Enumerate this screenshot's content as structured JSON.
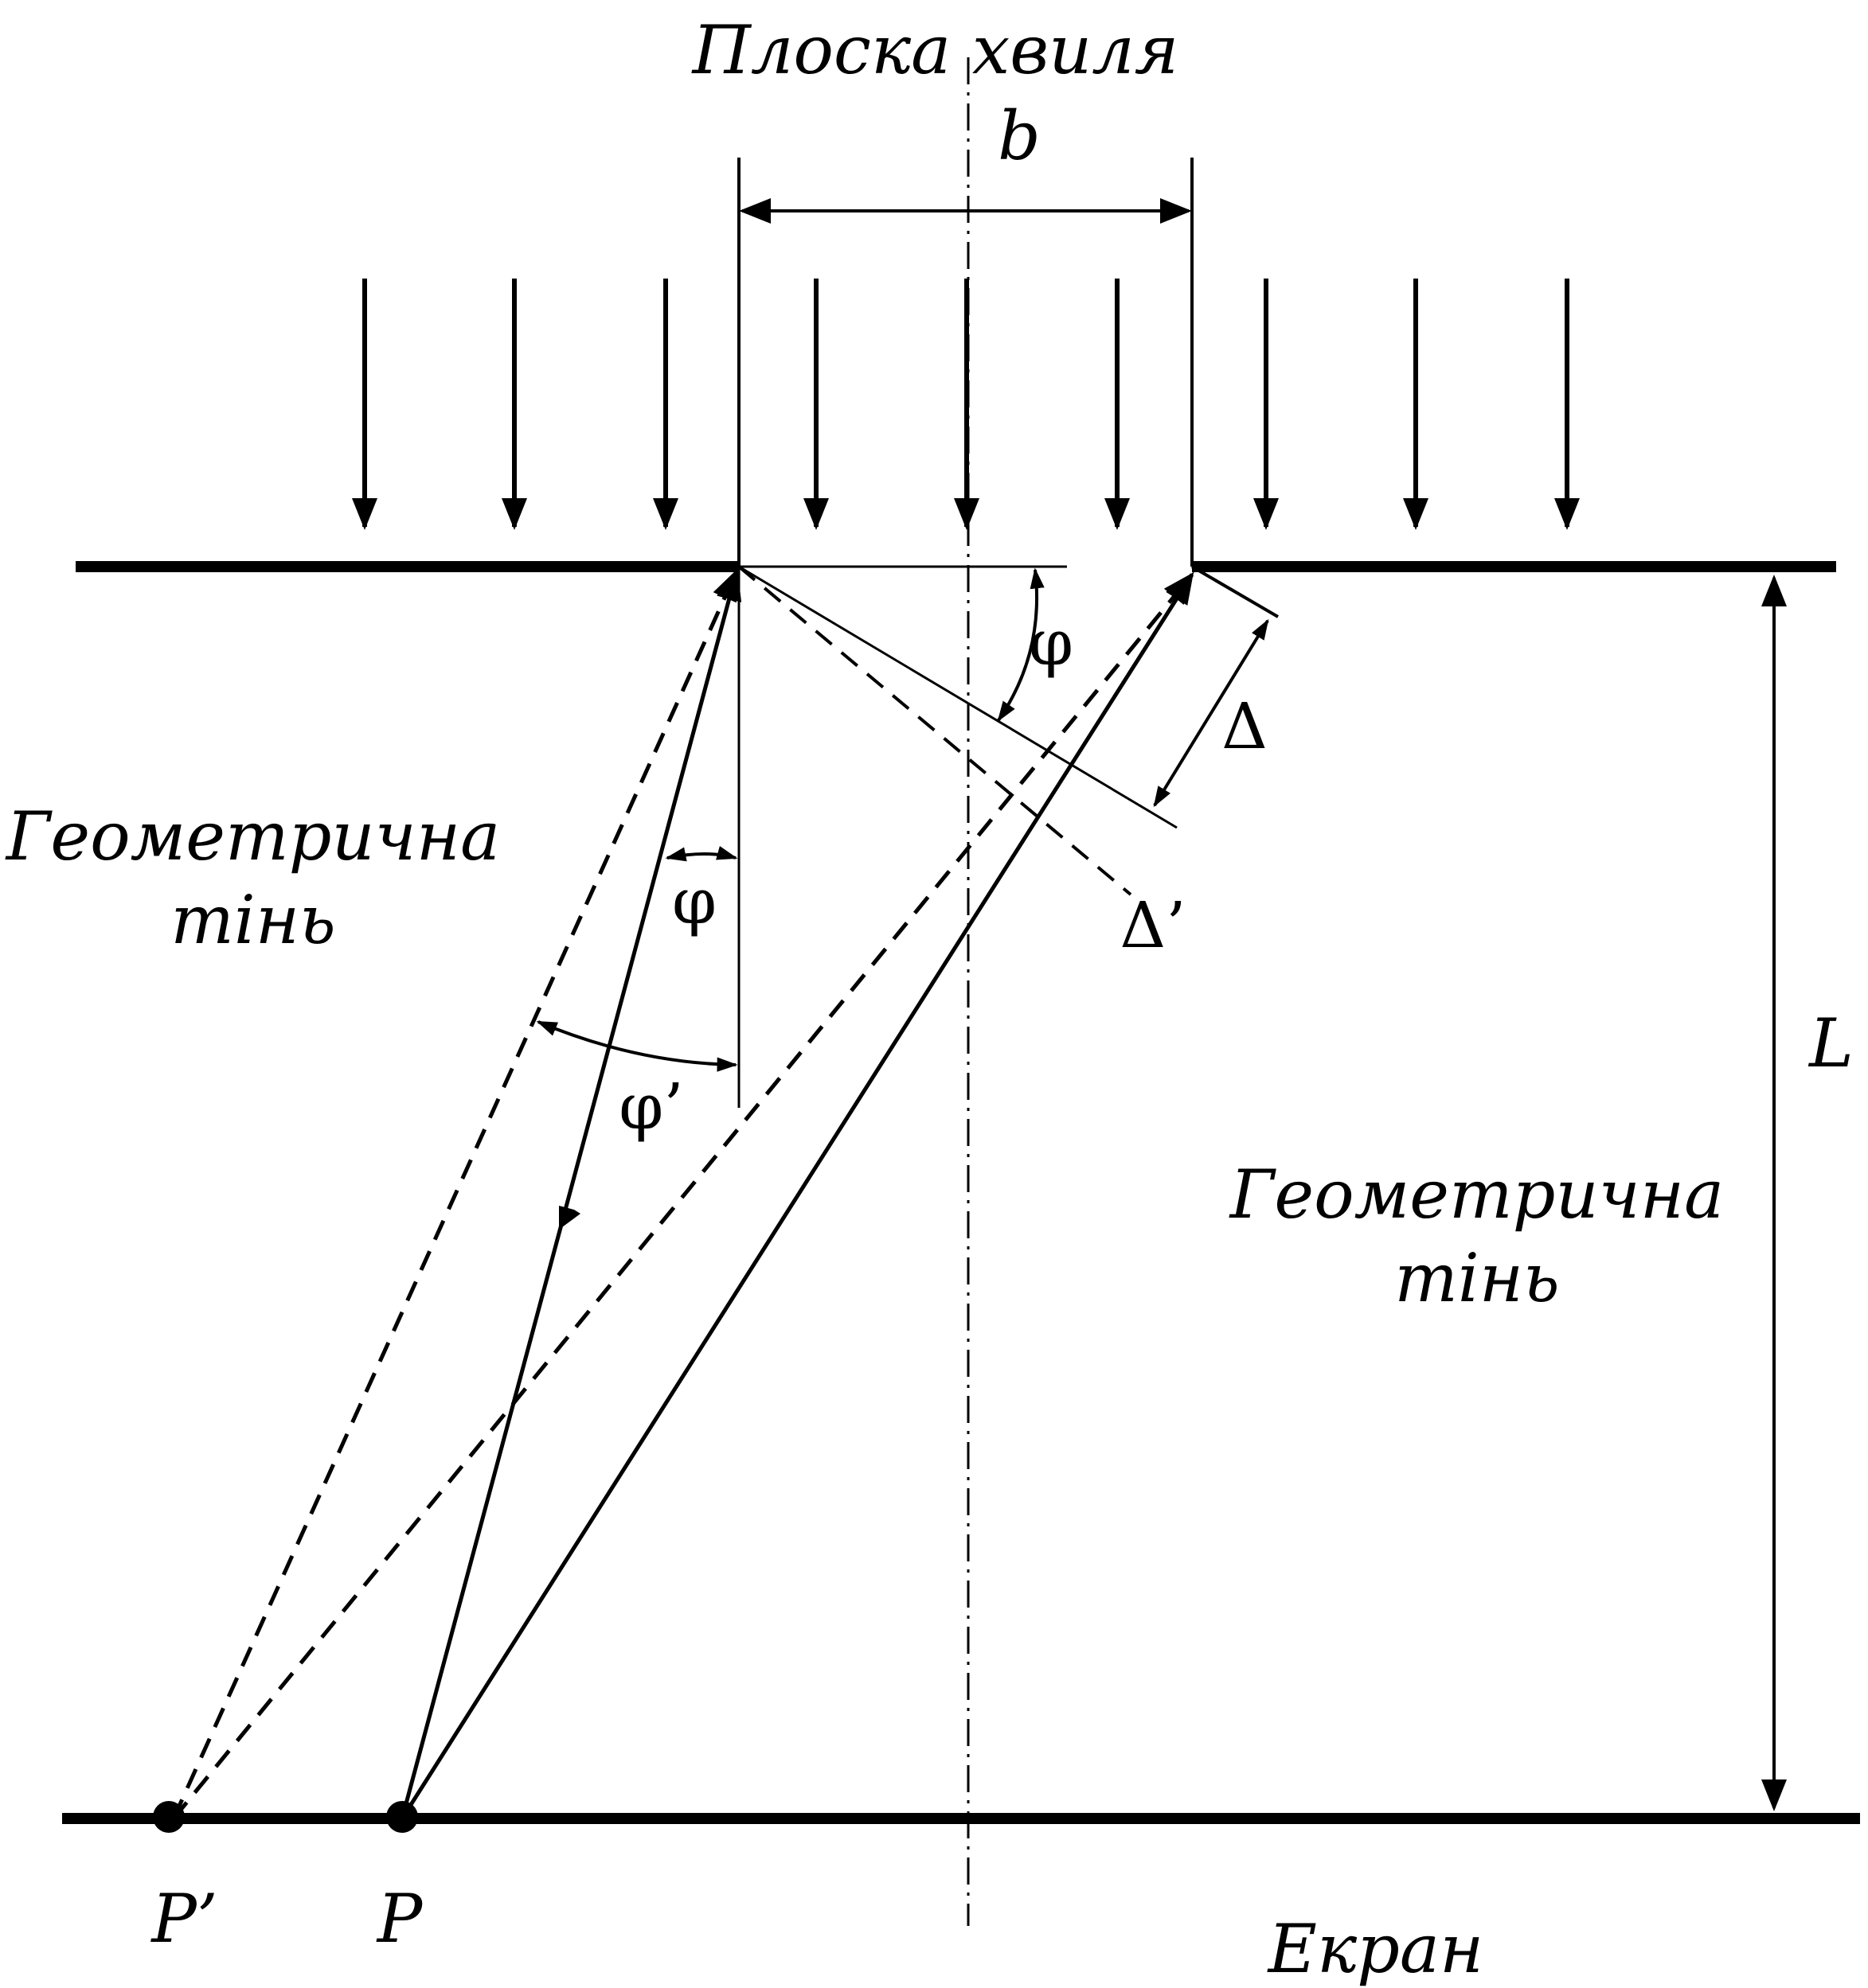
{
  "labels": {
    "title": "Плоска хвиля",
    "slit_width": "b",
    "angle_phi": "φ",
    "angle_phi_2": "φ",
    "angle_phi_prime": "φ’",
    "delta": "Δ",
    "delta_prime": "Δ’",
    "distance": "L",
    "shadow_left_1": "Геометрична",
    "shadow_left_2": "тінь",
    "shadow_right_1": "Геометрична",
    "shadow_right_2": "тінь",
    "point_p_prime": "P’",
    "point_p": "P",
    "screen": "Екран"
  },
  "colors": {
    "ink": "#000000",
    "background": "#ffffff"
  }
}
